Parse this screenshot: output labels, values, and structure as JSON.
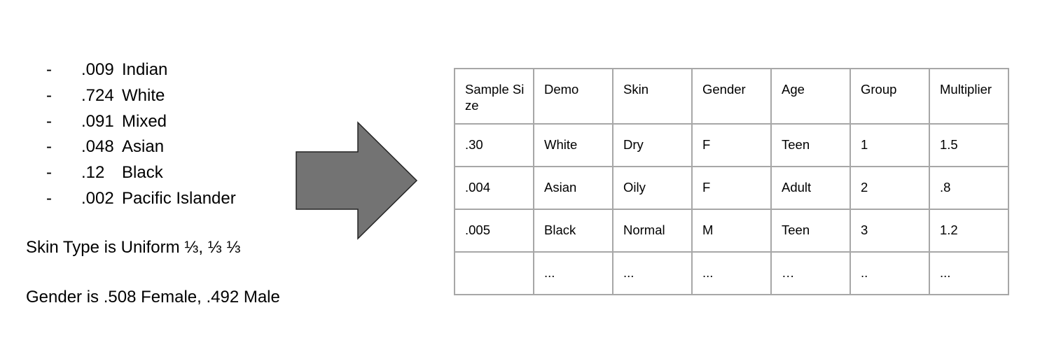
{
  "demographics": [
    {
      "value": ".009",
      "label": "Indian"
    },
    {
      "value": ".724",
      "label": "White"
    },
    {
      "value": ".091",
      "label": "Mixed"
    },
    {
      "value": ".048",
      "label": "Asian"
    },
    {
      "value": ".12",
      "label": "Black"
    },
    {
      "value": ".002",
      "label": "Pacific Islander"
    }
  ],
  "bullet_char": "-",
  "skin_note": "Skin Type is Uniform ⅓, ⅓ ⅓",
  "gender_note": "Gender is .508 Female, .492 Male",
  "arrow_color": "#737373",
  "table": {
    "headers": [
      "Sample Size",
      "Demo",
      "Skin",
      "Gender",
      "Age",
      "Group",
      "Multiplier"
    ],
    "rows": [
      [
        ".30",
        "White",
        "Dry",
        "F",
        "Teen",
        "1",
        "1.5"
      ],
      [
        ".004",
        "Asian",
        "Oily",
        "F",
        "Adult",
        "2",
        ".8"
      ],
      [
        ".005",
        "Black",
        "Normal",
        "M",
        "Teen",
        "3",
        "1.2"
      ],
      [
        "",
        "...",
        "...",
        "...",
        "…",
        "..",
        "..."
      ]
    ]
  }
}
